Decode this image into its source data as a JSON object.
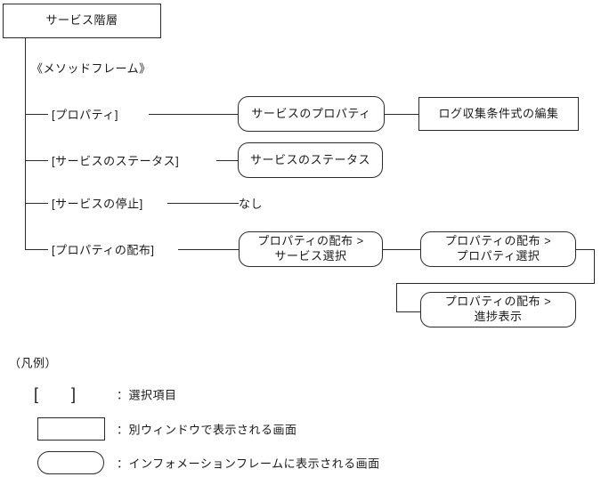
{
  "page": {
    "background": "#ffffff",
    "line_color": "#2a2a2a"
  },
  "tree": {
    "root_label": "サービス階層",
    "frame_label": "《メソッドフレーム》",
    "rows": [
      {
        "menu_label": "[プロパティ]"
      },
      {
        "menu_label": "[サービスのステータス]"
      },
      {
        "menu_label": "[サービスの停止]",
        "none_label": "なし"
      },
      {
        "menu_label": "[プロパティの配布]"
      }
    ],
    "screens": {
      "service_property": "サービスのプロパティ",
      "log_condition_edit": "ログ収集条件式の編集",
      "service_status": "サービスのステータス",
      "dist_service_line1": "プロパティの配布 >",
      "dist_service_line2": "サービス選択",
      "dist_property_line1": "プロパティの配布 >",
      "dist_property_line2": "プロパティ選択",
      "dist_progress_line1": "プロパティの配布 >",
      "dist_progress_line2": "進捗表示"
    }
  },
  "legend": {
    "title": "（凡例）",
    "bracket_open": "[",
    "bracket_close": "]",
    "items": [
      {
        "label": "：選択項目"
      },
      {
        "label": "：別ウィンドウで表示される画面"
      },
      {
        "label": "：インフォメーションフレームに表示される画面"
      }
    ]
  }
}
